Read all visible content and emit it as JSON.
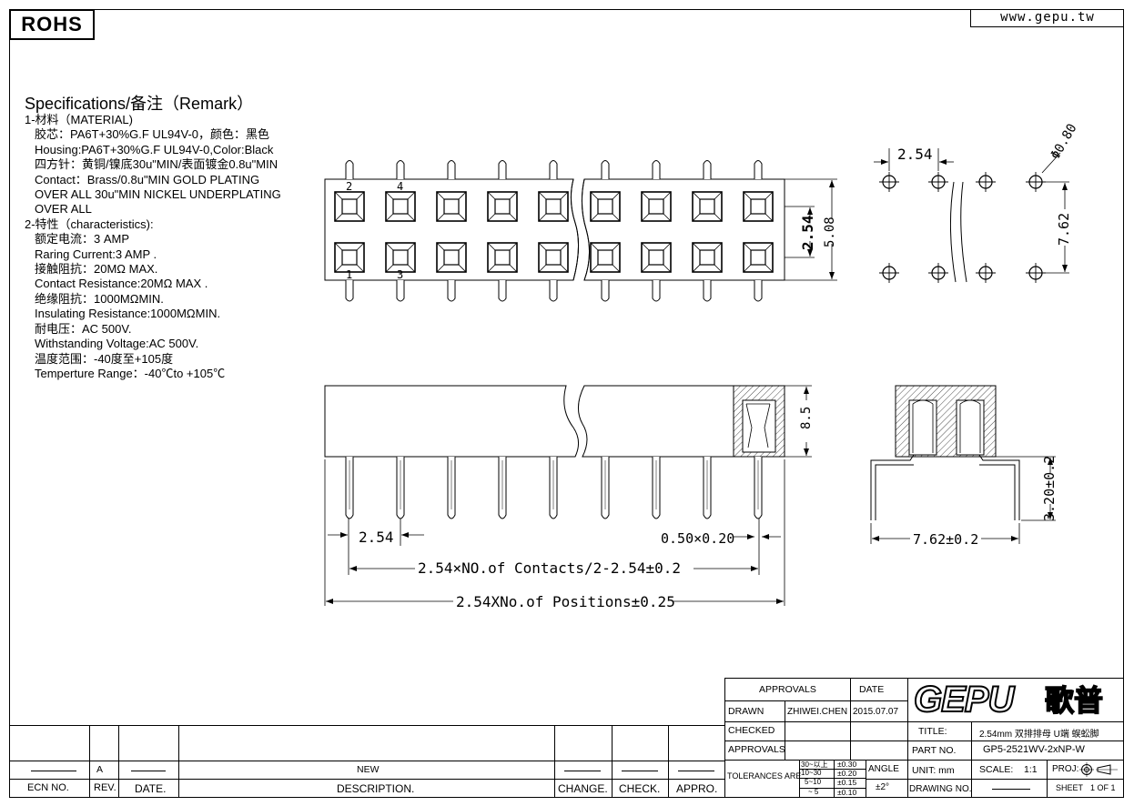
{
  "header": {
    "rohs": "ROHS",
    "website": "www.gepu.tw"
  },
  "specs": {
    "title": "Specifications/备注（Remark）",
    "lines": [
      {
        "text": "1-材料（MATERIAL)",
        "indent": 1
      },
      {
        "text": "胶芯：PA6T+30%G.F UL94V-0，颜色：黑色",
        "indent": 2
      },
      {
        "text": " Housing:PA6T+30%G.F UL94V-0,Color:Black",
        "indent": 2
      },
      {
        "text": "四方针：黄铜/镍底30u\"MIN/表面镀金0.8u\"MIN",
        "indent": 2
      },
      {
        "text": "Contact：Brass/0.8u\"MIN GOLD PLATING",
        "indent": 2
      },
      {
        "text": "OVER ALL 30u\"MIN NICKEL UNDERPLATING",
        "indent": 2
      },
      {
        "text": "OVER ALL",
        "indent": 2
      },
      {
        "text": "2-特性（characteristics):",
        "indent": 1
      },
      {
        "text": "额定电流：3 AMP",
        "indent": 2
      },
      {
        "text": "Raring Current:3 AMP .",
        "indent": 2
      },
      {
        "text": " 接触阻抗：20MΩ MAX.",
        "indent": 2
      },
      {
        "text": "Contact Resistance:20MΩ MAX .",
        "indent": 2
      },
      {
        "text": " 绝缘阻抗：1000MΩMIN.",
        "indent": 2
      },
      {
        "text": "Insulating Resistance:1000MΩMIN.",
        "indent": 2
      },
      {
        "text": "耐电压：AC 500V.",
        "indent": 2
      },
      {
        "text": "Withstanding Voltage:AC 500V.",
        "indent": 2
      },
      {
        "text": " 温度范围：-40度至+105度",
        "indent": 2
      },
      {
        "text": "Temperture Range：-40℃to +105℃",
        "indent": 2
      }
    ]
  },
  "drawing": {
    "pin_labels": [
      "2",
      "4",
      "1",
      "3"
    ],
    "dims": {
      "pitch_top": "2.54",
      "row_pitch": "2.54",
      "body_width": "5.08",
      "hole_dia": "Φ0.80",
      "row_spacing": "7.62",
      "height": "8.5",
      "pitch_side": "2.54",
      "pin_size": "0.50×0.20",
      "contacts_len": "2.54×NO.of Contacts/2-2.54±0.2",
      "positions_len": "2.54XNo.of Positions±0.25",
      "leg_height": "3.20±0.2",
      "leg_span": "7.62±0.2"
    }
  },
  "revision_block": {
    "headers": [
      "ECN NO.",
      "REV.",
      "DATE.",
      "DESCRIPTION.",
      "CHANGE.",
      "CHECK.",
      "APPRO."
    ],
    "row": {
      "rev": "A",
      "desc": "NEW"
    }
  },
  "title_block": {
    "approvals_header": "APPROVALS",
    "date_header": "DATE",
    "drawn_label": "DRAWN",
    "drawn_name": "ZHIWEI.CHEN",
    "drawn_date": "2015.07.07",
    "checked_label": "CHECKED",
    "approvals_label": "APPROVALS",
    "tolerances_label": "TOLERANCES ARE",
    "tol_ranges": [
      "30~以上",
      "10~30",
      "5~10",
      "~ 5"
    ],
    "tol_values": [
      "±0.30",
      "±0.20",
      "±0.15",
      "±0.10"
    ],
    "angle_label": "ANGLE",
    "angle_value": "±2°",
    "logo_text": "GEPU",
    "logo_cn": "歌普",
    "title_label": "TITLE:",
    "title_value": "2.54mm 双排排母  U端  蜈蚣脚",
    "part_label": "PART  NO.",
    "part_value": "GP5-2521WV-2xNP-W",
    "unit_label": "UNIT:  mm",
    "scale_label": "SCALE:",
    "scale_value": "1:1",
    "proj_label": "PROJ:",
    "drawing_no_label": "DRAWING  NO.",
    "sheet_label": "SHEET",
    "sheet_value": "1  OF  1"
  }
}
